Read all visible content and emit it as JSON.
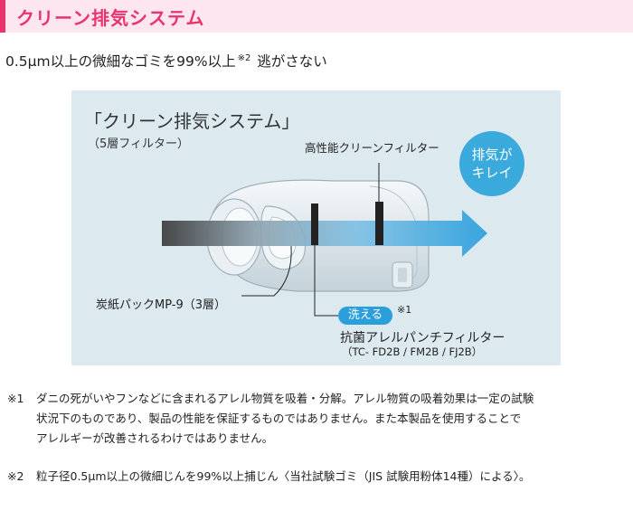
{
  "header": {
    "title": "クリーン排気システム"
  },
  "subtitle": {
    "text_before": "0.5μm以上の微細なゴミを99%以上",
    "sup": "※2",
    "text_after": " 逃がさない"
  },
  "diagram": {
    "title": "「クリーン排気システム」",
    "subtitle": "（5層フィルター）",
    "high_perf_filter_label": "高性能クリーンフィルター",
    "clean_exhaust_badge": {
      "line1": "排気が",
      "line2": "キレイ"
    },
    "paper_pack_label": "炭紙パックMP-9（3層）",
    "washable_badge": "洗える",
    "washable_note": "※1",
    "antibacterial_filter_label": "抗菌アレルパンチフィルター",
    "filter_models": "（TC- FD2B / FM2B / FJ2B）",
    "colors": {
      "arrow": "#2a9fdc",
      "panel_bg": "#dceaf0",
      "accent": "#e8336d"
    }
  },
  "footnotes": [
    {
      "mark": "※1",
      "lines": [
        "ダニの死がいやフンなどに含まれるアレル物質を吸着・分解。アレル物質の吸着効果は一定の試験",
        "状況下のものであり、製品の性能を保証するものではありません。また本製品を使用することで",
        "アレルギーが改善されるわけではありません。"
      ]
    },
    {
      "mark": "※2",
      "lines": [
        "粒子径0.5μm以上の微細じんを99%以上捕じん〈当社試験ゴミ（JIS 試験用粉体14種）による〉。"
      ]
    }
  ]
}
